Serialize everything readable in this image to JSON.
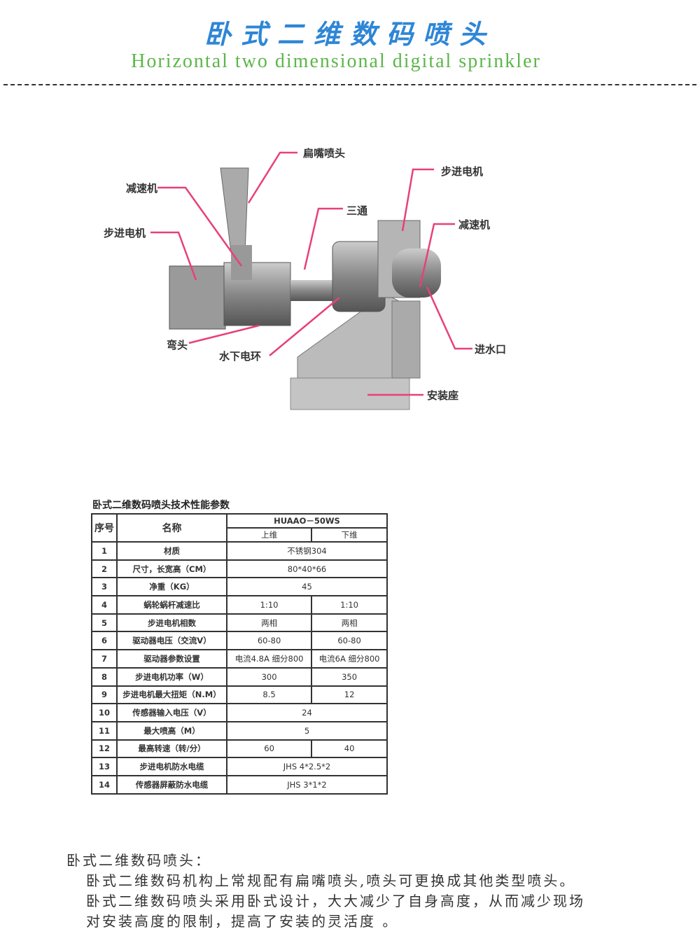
{
  "header": {
    "title": "卧式二维数码喷头",
    "subtitle": "Horizontal two dimensional digital sprinkler"
  },
  "diagram": {
    "labels": [
      "扁嘴喷头",
      "减速机",
      "步进电机",
      "三通",
      "步进电机",
      "减速机",
      "弯头",
      "水下电环",
      "进水口",
      "安装座"
    ],
    "accent": "#e8407a"
  },
  "table": {
    "caption": "卧式二维数码喷头技术性能参数",
    "headers": {
      "no": "序号",
      "name": "名称",
      "model": "HUAAO－50WS",
      "upper": "上维",
      "lower": "下维"
    },
    "rows": [
      {
        "no": "1",
        "name": "材质",
        "value": "不锈钢304"
      },
      {
        "no": "2",
        "name": "尺寸，长宽高（CM）",
        "value": "80*40*66"
      },
      {
        "no": "3",
        "name": "净重（KG）",
        "value": "45"
      },
      {
        "no": "4",
        "name": "蜗轮蜗杆减速比",
        "upper": "1:10",
        "lower": "1:10"
      },
      {
        "no": "5",
        "name": "步进电机相数",
        "upper": "两相",
        "lower": "两相"
      },
      {
        "no": "6",
        "name": "驱动器电压（交流V）",
        "upper": "60-80",
        "lower": "60-80"
      },
      {
        "no": "7",
        "name": "驱动器参数设置",
        "upper": "电流4.8A 细分800",
        "lower": "电流6A 细分800"
      },
      {
        "no": "8",
        "name": "步进电机功率（W）",
        "upper": "300",
        "lower": "350"
      },
      {
        "no": "9",
        "name": "步进电机最大扭矩（N.M）",
        "upper": "8.5",
        "lower": "12"
      },
      {
        "no": "10",
        "name": "传感器输入电压（V）",
        "value": "24"
      },
      {
        "no": "11",
        "name": "最大喷高（M）",
        "value": "5"
      },
      {
        "no": "12",
        "name": "最高转速（转/分）",
        "upper": "60",
        "lower": "40"
      },
      {
        "no": "13",
        "name": "步进电机防水电缆",
        "value": "JHS 4*2.5*2"
      },
      {
        "no": "14",
        "name": "传感器屏蔽防水电缆",
        "value": "JHS 3*1*2"
      }
    ]
  },
  "description": {
    "heading": "卧式二维数码喷头：",
    "lines": [
      "卧式二维数码机构上常规配有扁嘴喷头,喷头可更换成其他类型喷头。",
      "卧式二维数码喷头采用卧式设计，大大减少了自身高度，从而减少现场",
      "对安装高度的限制，提高了安装的灵活度 。"
    ]
  }
}
